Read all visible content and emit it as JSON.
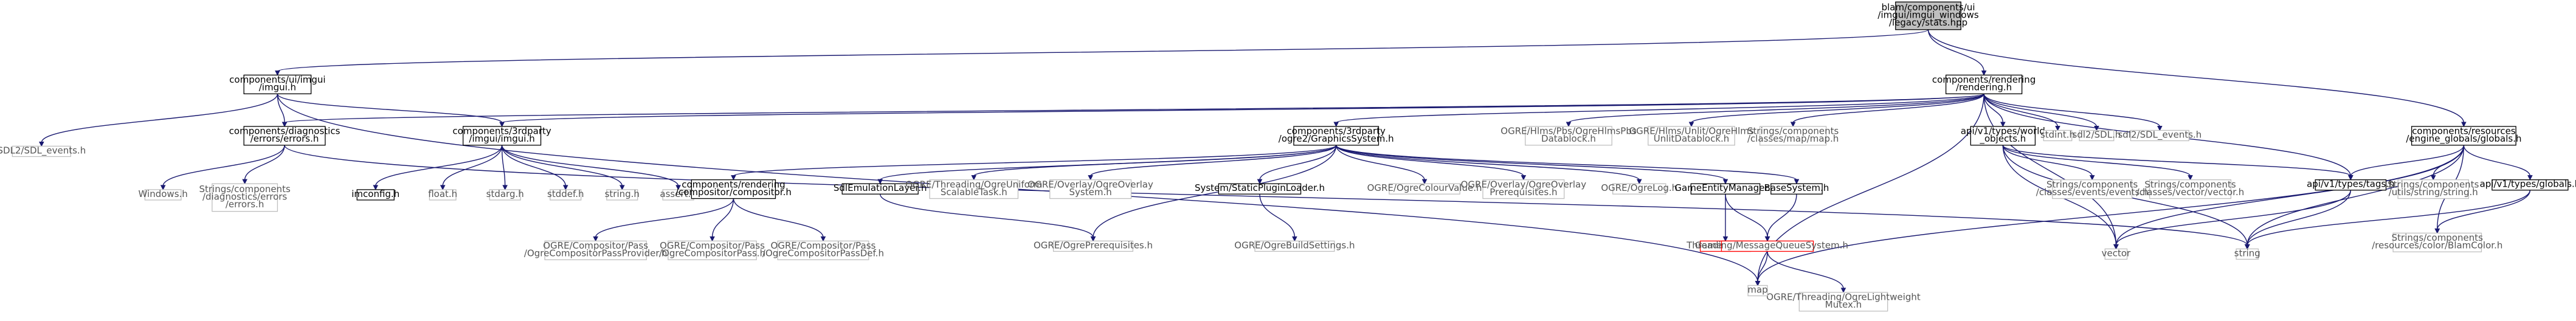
{
  "diagram": {
    "type": "include-dependency-graph",
    "nodes": [
      {
        "id": "root",
        "lines": [
          "blam/components/ui",
          "/imgui/imgui_windows",
          "/legacy/stats.hpp"
        ],
        "kind": "root"
      },
      {
        "id": "ui_imgui",
        "lines": [
          "components/ui/imgui",
          "/imgui.h"
        ],
        "kind": "documented"
      },
      {
        "id": "rendering",
        "lines": [
          "components/rendering",
          "/rendering.h"
        ],
        "kind": "documented"
      },
      {
        "id": "globals",
        "lines": [
          "components/resources",
          "/engine_globals/globals.h"
        ],
        "kind": "documented"
      },
      {
        "id": "sdl2_events",
        "lines": [
          "SDL2/SDL_events.h"
        ],
        "kind": "system"
      },
      {
        "id": "diag_errors",
        "lines": [
          "components/diagnostics",
          "/errors/errors.h"
        ],
        "kind": "documented"
      },
      {
        "id": "tp_imgui",
        "lines": [
          "components/3rdparty",
          "/imgui/imgui.h"
        ],
        "kind": "documented"
      },
      {
        "id": "windows_h",
        "lines": [
          "Windows.h"
        ],
        "kind": "system"
      },
      {
        "id": "strings_errors",
        "lines": [
          "Strings/components",
          "/diagnostics/errors",
          "/errors.h"
        ],
        "kind": "system"
      },
      {
        "id": "imconfig",
        "lines": [
          "imconfig.h"
        ],
        "kind": "documented"
      },
      {
        "id": "float_h",
        "lines": [
          "float.h"
        ],
        "kind": "system"
      },
      {
        "id": "stdarg_h",
        "lines": [
          "stdarg.h"
        ],
        "kind": "system"
      },
      {
        "id": "stddef_h",
        "lines": [
          "stddef.h"
        ],
        "kind": "system"
      },
      {
        "id": "string_h",
        "lines": [
          "string.h"
        ],
        "kind": "system"
      },
      {
        "id": "assert_h",
        "lines": [
          "assert.h"
        ],
        "kind": "system"
      },
      {
        "id": "ogre2",
        "lines": [
          "components/3rdparty",
          "/ogre2/GraphicsSystem.h"
        ],
        "kind": "documented"
      },
      {
        "id": "hlms_pbs",
        "lines": [
          "OGRE/Hlms/Pbs/OgreHlmsPbs",
          "Datablock.h"
        ],
        "kind": "system"
      },
      {
        "id": "hlms_unlit",
        "lines": [
          "OGRE/Hlms/Unlit/OgreHlms",
          "UnlitDatablock.h"
        ],
        "kind": "system"
      },
      {
        "id": "map_h",
        "lines": [
          "Strings/components",
          "/classes/map/map.h"
        ],
        "kind": "system"
      },
      {
        "id": "world_objects",
        "lines": [
          "api/v1/types/world",
          "_objects.h"
        ],
        "kind": "documented"
      },
      {
        "id": "stdint_h",
        "lines": [
          "stdint.h"
        ],
        "kind": "system"
      },
      {
        "id": "sdl_h",
        "lines": [
          "sdl2/SDL.h"
        ],
        "kind": "system"
      },
      {
        "id": "sdl_events2",
        "lines": [
          "sdl2/SDL_events.h"
        ],
        "kind": "system"
      },
      {
        "id": "compositor",
        "lines": [
          "components/rendering",
          "/compositor/compositor.h"
        ],
        "kind": "documented"
      },
      {
        "id": "sdl_emu",
        "lines": [
          "SdlEmulationLayer.h"
        ],
        "kind": "documented"
      },
      {
        "id": "threading_task",
        "lines": [
          "OGRE/Threading/OgreUniform",
          "ScalableTask.h"
        ],
        "kind": "system"
      },
      {
        "id": "overlay_system",
        "lines": [
          "OGRE/Overlay/OgreOverlay",
          "System.h"
        ],
        "kind": "system"
      },
      {
        "id": "static_plugin",
        "lines": [
          "System/StaticPluginLoader.h"
        ],
        "kind": "documented"
      },
      {
        "id": "colour_value",
        "lines": [
          "OGRE/OgreColourValue.h"
        ],
        "kind": "system"
      },
      {
        "id": "overlay_prereq",
        "lines": [
          "OGRE/Overlay/OgreOverlay",
          "Prerequisites.h"
        ],
        "kind": "system"
      },
      {
        "id": "ogre_log",
        "lines": [
          "OGRE/OgreLog.h"
        ],
        "kind": "system"
      },
      {
        "id": "game_entity_mgr",
        "lines": [
          "GameEntityManager.h"
        ],
        "kind": "documented"
      },
      {
        "id": "base_system",
        "lines": [
          "BaseSystem.h"
        ],
        "kind": "documented"
      },
      {
        "id": "events_h",
        "lines": [
          "Strings/components",
          "/classes/events/events.h"
        ],
        "kind": "system"
      },
      {
        "id": "vector_class",
        "lines": [
          "Strings/components",
          "/classes/vector/vector.h"
        ],
        "kind": "system"
      },
      {
        "id": "tags_h",
        "lines": [
          "api/v1/types/tags.h"
        ],
        "kind": "documented"
      },
      {
        "id": "string_util",
        "lines": [
          "Strings/components",
          "/utils/string/string.h"
        ],
        "kind": "system"
      },
      {
        "id": "globals_types",
        "lines": [
          "api/v1/types/globals.h"
        ],
        "kind": "documented"
      },
      {
        "id": "comp_provider",
        "lines": [
          "OGRE/Compositor/Pass",
          "/OgreCompositorPassProvider.h"
        ],
        "kind": "system"
      },
      {
        "id": "comp_pass",
        "lines": [
          "OGRE/Compositor/Pass",
          "/OgreCompositorPass.h"
        ],
        "kind": "system"
      },
      {
        "id": "comp_passdef",
        "lines": [
          "OGRE/Compositor/Pass",
          "/OgreCompositorPassDef.h"
        ],
        "kind": "system"
      },
      {
        "id": "ogre_prereq",
        "lines": [
          "OGRE/OgrePrerequisites.h"
        ],
        "kind": "system"
      },
      {
        "id": "build_settings",
        "lines": [
          "OGRE/OgreBuildSettings.h"
        ],
        "kind": "system"
      },
      {
        "id": "game_entity",
        "lines": [
          "GameEntity.h"
        ],
        "kind": "missing"
      },
      {
        "id": "msg_queue",
        "lines": [
          "Threading/MessageQueueSystem.h"
        ],
        "kind": "missing"
      },
      {
        "id": "vector",
        "lines": [
          "vector"
        ],
        "kind": "system"
      },
      {
        "id": "string",
        "lines": [
          "string"
        ],
        "kind": "system"
      },
      {
        "id": "blam_color",
        "lines": [
          "Strings/components",
          "/resources/color/BlamColor.h"
        ],
        "kind": "system"
      },
      {
        "id": "lightweight_mutex",
        "lines": [
          "OGRE/Threading/OgreLightweight",
          "Mutex.h"
        ],
        "kind": "system"
      },
      {
        "id": "map",
        "lines": [
          "map"
        ],
        "kind": "system"
      }
    ],
    "edges": [
      [
        "root",
        "ui_imgui"
      ],
      [
        "root",
        "rendering"
      ],
      [
        "root",
        "globals"
      ],
      [
        "ui_imgui",
        "sdl2_events"
      ],
      [
        "ui_imgui",
        "diag_errors"
      ],
      [
        "ui_imgui",
        "tp_imgui"
      ],
      [
        "ui_imgui",
        "map"
      ],
      [
        "diag_errors",
        "windows_h"
      ],
      [
        "diag_errors",
        "strings_errors"
      ],
      [
        "diag_errors",
        "string"
      ],
      [
        "tp_imgui",
        "imconfig"
      ],
      [
        "tp_imgui",
        "float_h"
      ],
      [
        "tp_imgui",
        "stdarg_h"
      ],
      [
        "tp_imgui",
        "stddef_h"
      ],
      [
        "tp_imgui",
        "string_h"
      ],
      [
        "tp_imgui",
        "assert_h"
      ],
      [
        "rendering",
        "diag_errors"
      ],
      [
        "rendering",
        "tp_imgui"
      ],
      [
        "rendering",
        "ogre2"
      ],
      [
        "rendering",
        "hlms_pbs"
      ],
      [
        "rendering",
        "hlms_unlit"
      ],
      [
        "rendering",
        "map_h"
      ],
      [
        "rendering",
        "world_objects"
      ],
      [
        "rendering",
        "stdint_h"
      ],
      [
        "rendering",
        "sdl_h"
      ],
      [
        "rendering",
        "sdl_events2"
      ],
      [
        "rendering",
        "vector"
      ],
      [
        "rendering",
        "tags_h"
      ],
      [
        "rendering",
        "map"
      ],
      [
        "ogre2",
        "compositor"
      ],
      [
        "ogre2",
        "sdl_emu"
      ],
      [
        "ogre2",
        "threading_task"
      ],
      [
        "ogre2",
        "overlay_system"
      ],
      [
        "ogre2",
        "static_plugin"
      ],
      [
        "ogre2",
        "colour_value"
      ],
      [
        "ogre2",
        "overlay_prereq"
      ],
      [
        "ogre2",
        "ogre_log"
      ],
      [
        "ogre2",
        "game_entity_mgr"
      ],
      [
        "ogre2",
        "base_system"
      ],
      [
        "ogre2",
        "ogre_prereq"
      ],
      [
        "compositor",
        "comp_provider"
      ],
      [
        "compositor",
        "comp_pass"
      ],
      [
        "compositor",
        "comp_passdef"
      ],
      [
        "sdl_emu",
        "ogre_prereq"
      ],
      [
        "static_plugin",
        "build_settings"
      ],
      [
        "game_entity_mgr",
        "game_entity"
      ],
      [
        "game_entity_mgr",
        "msg_queue"
      ],
      [
        "base_system",
        "msg_queue"
      ],
      [
        "msg_queue",
        "lightweight_mutex"
      ],
      [
        "msg_queue",
        "map"
      ],
      [
        "world_objects",
        "events_h"
      ],
      [
        "world_objects",
        "vector_class"
      ],
      [
        "world_objects",
        "vector"
      ],
      [
        "world_objects",
        "string"
      ],
      [
        "world_objects",
        "tags_h"
      ],
      [
        "tags_h",
        "vector"
      ],
      [
        "tags_h",
        "string"
      ],
      [
        "globals",
        "tags_h"
      ],
      [
        "globals",
        "string_util"
      ],
      [
        "globals",
        "globals_types"
      ],
      [
        "globals",
        "vector"
      ],
      [
        "globals",
        "string"
      ],
      [
        "globals",
        "blam_color"
      ],
      [
        "globals",
        "map"
      ],
      [
        "globals_types",
        "string"
      ],
      [
        "globals_types",
        "blam_color"
      ]
    ]
  },
  "colors": {
    "root_fill": "#bfbfbf",
    "documented_border": "#000000",
    "system_border": "#bfbfbf",
    "missing_border": "#ff0000",
    "edge": "#191970"
  }
}
